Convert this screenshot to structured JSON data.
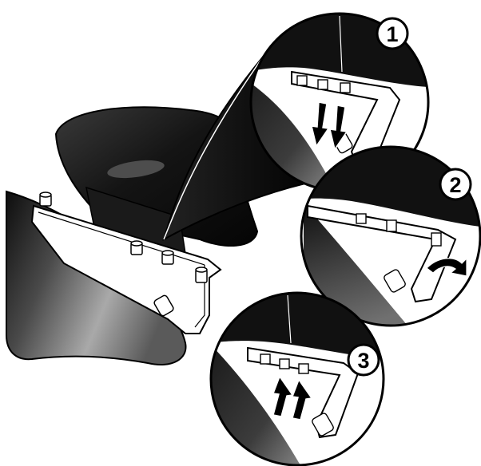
{
  "diagram": {
    "steps": [
      {
        "number": "1",
        "arrow_direction": "down"
      },
      {
        "number": "2",
        "arrow_direction": "rotate"
      },
      {
        "number": "3",
        "arrow_direction": "up"
      }
    ]
  },
  "colors": {
    "background": "#ffffff",
    "ink": "#000000",
    "dark_part": "#1e1e1e",
    "bracket": "#ffffff",
    "lens_border": "#000000"
  }
}
